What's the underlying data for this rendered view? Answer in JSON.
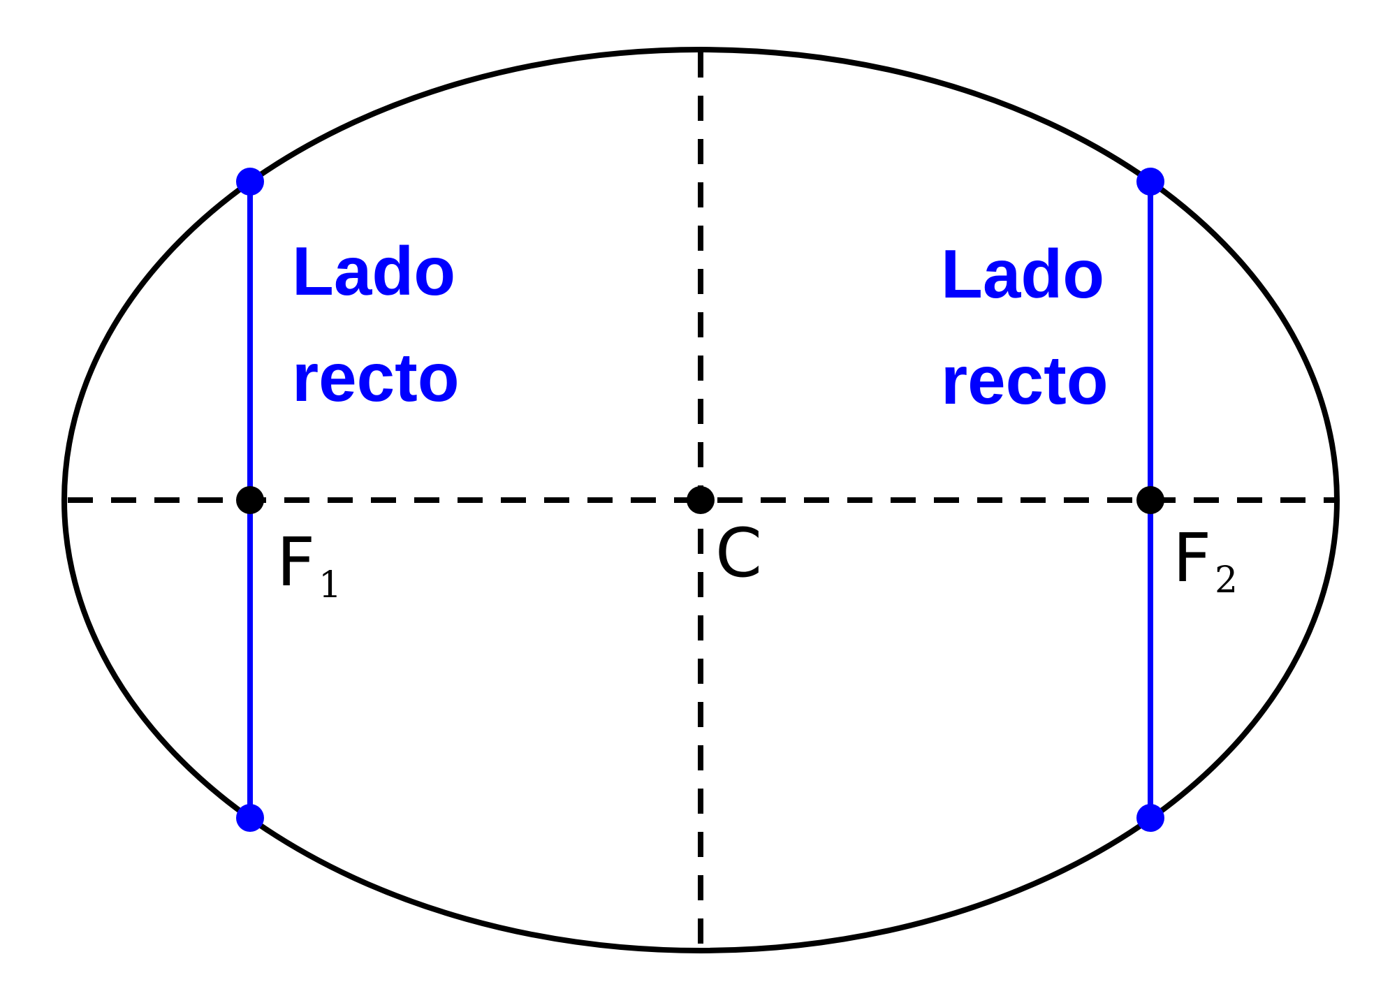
{
  "colors": {
    "curve": "#000000",
    "latus": "#0000ff",
    "axis": "#000000"
  },
  "labels": {
    "left_latus_line1": "Lado",
    "left_latus_line2": "recto",
    "right_latus_line1": "Lado",
    "right_latus_line2": "recto",
    "focus1": "F",
    "focus1_sub": "1",
    "focus2": "F",
    "focus2_sub": "2",
    "center": "C"
  }
}
